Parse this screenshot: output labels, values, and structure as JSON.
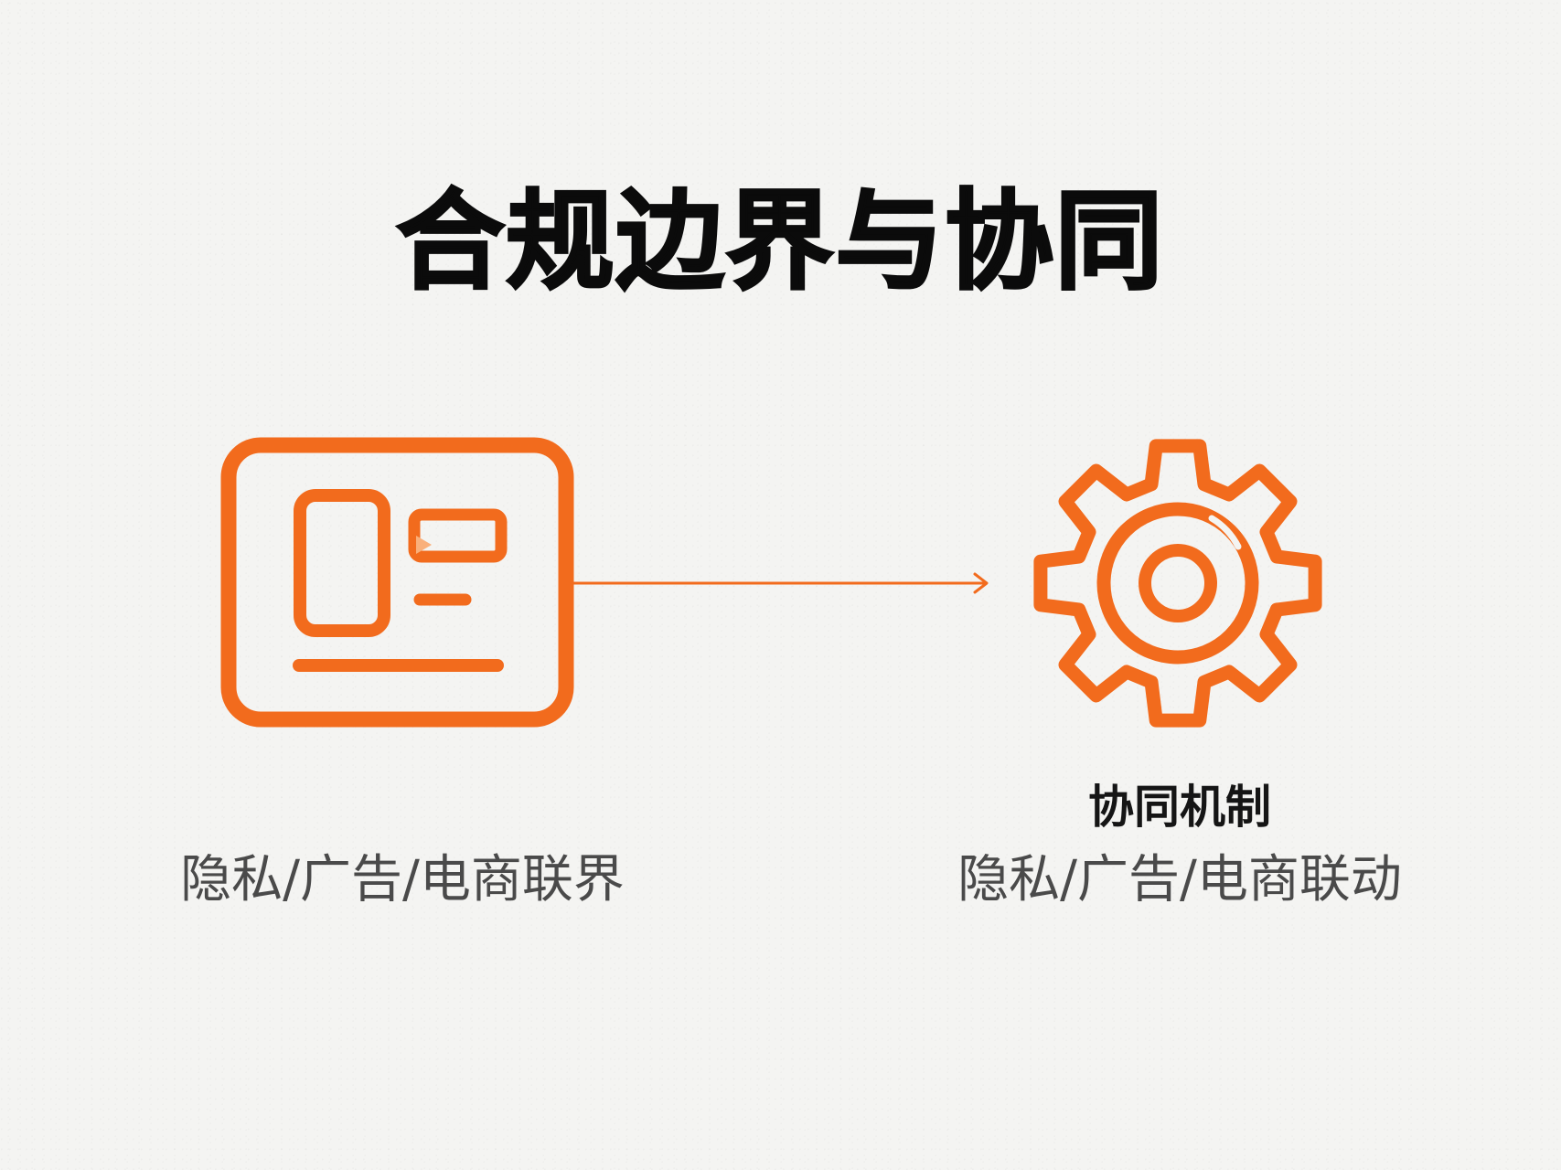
{
  "title": "合规边界与协同",
  "colors": {
    "accent": "#f26b1d",
    "title": "#0b0b0b",
    "caption": "#4a4a4a",
    "background": "#f4f4f2"
  },
  "left_node": {
    "icon": "browser-window-icon",
    "caption": "隐私/广告/电商联界"
  },
  "connector": {
    "icon": "arrow-right-icon"
  },
  "right_node": {
    "icon": "gear-icon",
    "heading": "协同机制",
    "caption": "隐私/广告/电商联动"
  }
}
